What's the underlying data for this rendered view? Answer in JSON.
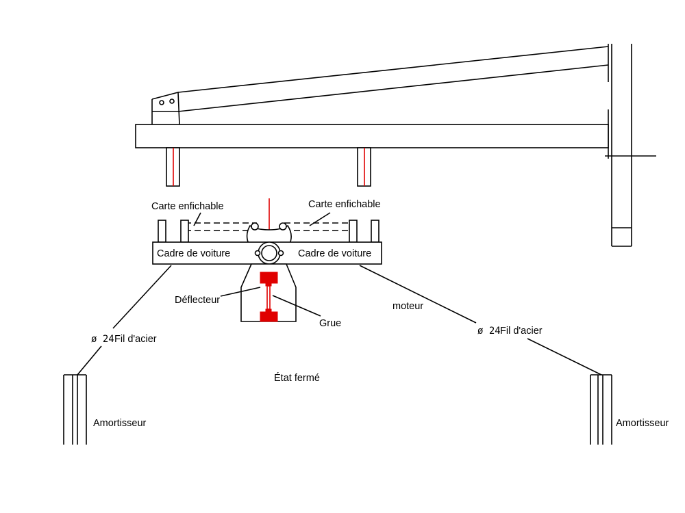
{
  "labels": {
    "plug_in_card_left": "Carte enfichable",
    "plug_in_card_right": "Carte enfichable",
    "car_frame_left": "Cadre de voiture",
    "car_frame_right": "Cadre de voiture",
    "deflector": "Déflecteur",
    "crane": "Grue",
    "motor": "moteur",
    "wire_diameter_left": "ø 24",
    "wire_left": "Fil d'acier",
    "wire_diameter_right": "ø 24",
    "wire_right": "Fil d'acier",
    "closed_state": "État fermé",
    "shock_absorber_left": "Amortisseur",
    "shock_absorber_right": "Amortisseur"
  },
  "colors": {
    "line": "#000000",
    "highlight": "#e00000",
    "background": "#ffffff"
  }
}
